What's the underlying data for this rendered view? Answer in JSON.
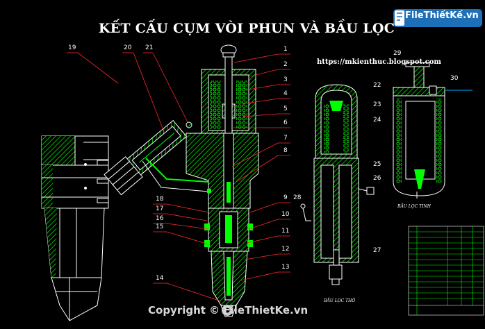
{
  "title": "KẾT CẤU CỤM VÒI PHUN VÀ BẦU LỌC",
  "url": "https://mkienthuc.blogspot.com",
  "watermark_logo": "FileThiếtKế.vn",
  "copyright": "Copyright © FileThietKe.vn",
  "captions": {
    "filter_coarse": "BẦU LỌC THÔ",
    "filter_fine": "BẦU LỌC TINH"
  },
  "part_labels": [
    "1",
    "2",
    "3",
    "4",
    "5",
    "6",
    "7",
    "8",
    "9",
    "10",
    "11",
    "12",
    "13",
    "14",
    "15",
    "16",
    "17",
    "18",
    "19",
    "20",
    "21",
    "22",
    "23",
    "24",
    "25",
    "26",
    "27",
    "28",
    "29",
    "30"
  ],
  "colors": {
    "line": "#ffffff",
    "hatch": "#00ff00",
    "leader": "#ff0000",
    "background": "#000000"
  }
}
